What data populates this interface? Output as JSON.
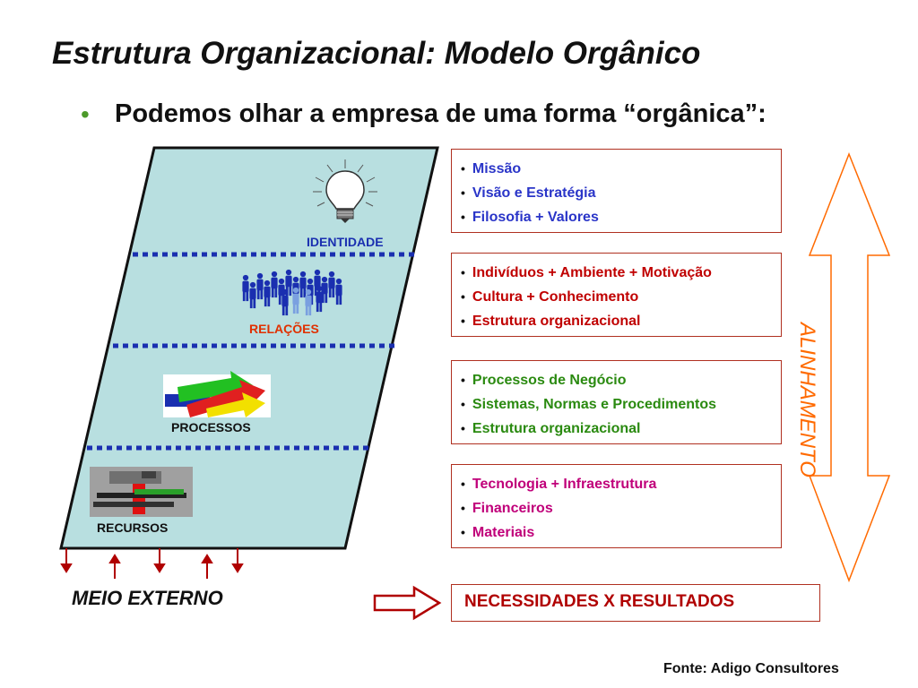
{
  "title": "Estrutura Organizacional: Modelo Orgânico",
  "subtitle": "Podemos olhar a empresa de uma forma “orgânica”:",
  "layers": [
    {
      "label": "IDENTIDADE",
      "color": "#1a2fb0"
    },
    {
      "label": "RELAÇÕES",
      "color": "#e03000"
    },
    {
      "label": "PROCESSOS",
      "color": "#111111"
    },
    {
      "label": "RECURSOS",
      "color": "#111111"
    }
  ],
  "boxes": [
    {
      "color": "#2a35c8",
      "items": [
        "Missão",
        "Visão e Estratégia",
        "Filosofia + Valores"
      ]
    },
    {
      "color": "#c00000",
      "items": [
        "Indivíduos + Ambiente + Motivação",
        "Cultura + Conhecimento",
        "Estrutura organizacional"
      ]
    },
    {
      "color": "#2a8a10",
      "items": [
        "Processos de Negócio",
        "Sistemas, Normas e Procedimentos",
        "Estrutura organizacional"
      ]
    },
    {
      "color": "#c0007a",
      "items": [
        "Tecnologia + Infraestrutura",
        "Financeiros",
        "Materiais"
      ]
    }
  ],
  "alignment_label": "ALINHAMENTO",
  "external": "MEIO EXTERNO",
  "result": "NECESSIDADES  X   RESULTADOS",
  "source": "Fonte: Adigo Consultores",
  "icons": [
    "lightbulb-icon",
    "people-icon",
    "arrows-icon",
    "tools-icon"
  ],
  "colors": {
    "panel": "#b8dfe0",
    "dotted": "#1a2fb0",
    "arrow": "#ff6a00",
    "external_arrow": "#b00000"
  }
}
